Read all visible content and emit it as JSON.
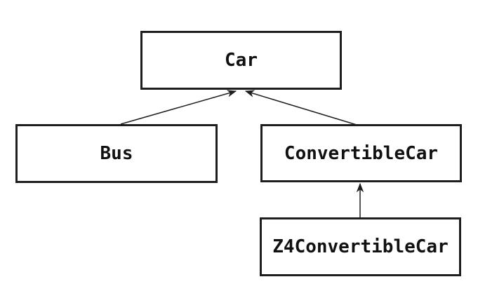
{
  "diagram": {
    "type": "class-inheritance",
    "background_color": "#ffffff",
    "stroke_color": "#1e1e1e",
    "nodes": [
      {
        "id": "car",
        "label": "Car"
      },
      {
        "id": "bus",
        "label": "Bus"
      },
      {
        "id": "convertible-car",
        "label": "ConvertibleCar"
      },
      {
        "id": "z4-convertible-car",
        "label": "Z4ConvertibleCar"
      }
    ],
    "edges": [
      {
        "from": "Bus",
        "to": "Car",
        "relation": "inherits"
      },
      {
        "from": "ConvertibleCar",
        "to": "Car",
        "relation": "inherits"
      },
      {
        "from": "Z4ConvertibleCar",
        "to": "ConvertibleCar",
        "relation": "inherits"
      }
    ]
  }
}
